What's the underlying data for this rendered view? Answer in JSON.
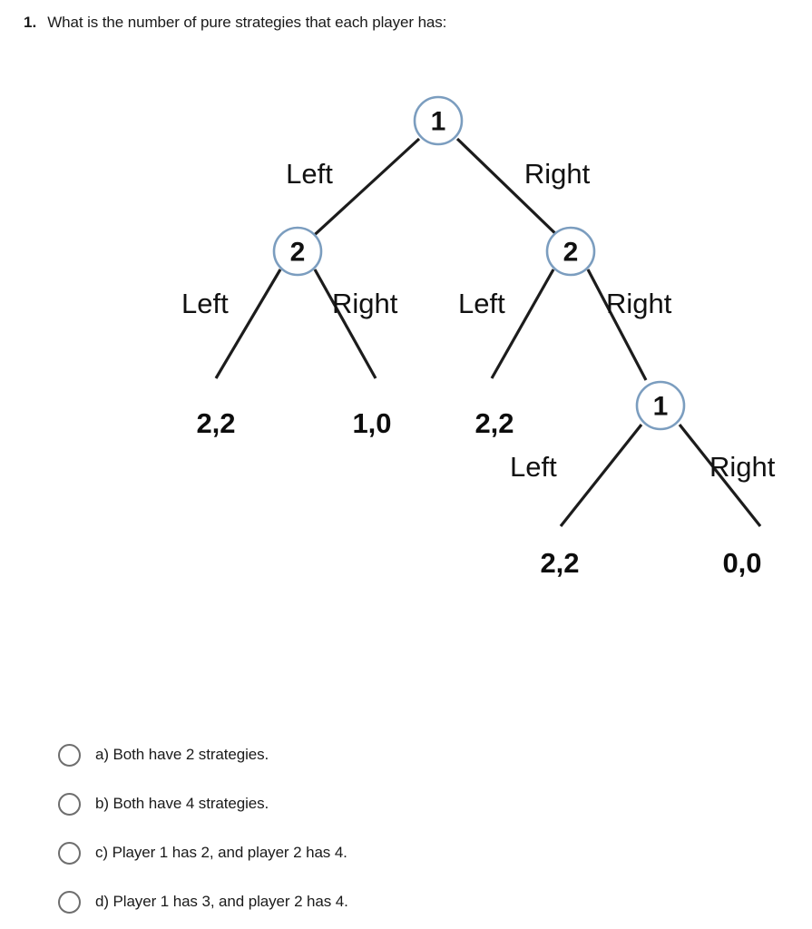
{
  "question": {
    "number": "1.",
    "text": "What is the number of pure strategies that each player has:"
  },
  "figure": {
    "colors": {
      "node_stroke": "#7b9dbf",
      "edge_stroke": "#1c1c1c",
      "text": "#111111"
    },
    "nodes": [
      {
        "id": "root",
        "player": "1"
      },
      {
        "id": "left2",
        "player": "2"
      },
      {
        "id": "right2",
        "player": "2"
      },
      {
        "id": "deep1",
        "player": "1"
      }
    ],
    "edge_labels": {
      "root_left": "Left",
      "root_right": "Right",
      "left2_left": "Left",
      "left2_right": "Right",
      "right2_left": "Left",
      "right2_right": "Right",
      "deep1_left": "Left",
      "deep1_right": "Right"
    },
    "payoffs": {
      "left2_left": "2,2",
      "left2_right": "1,0",
      "right2_left": "2,2",
      "deep1_left": "2,2",
      "deep1_right": "0,0"
    }
  },
  "options": [
    {
      "id": "a",
      "label": "a) Both have 2 strategies."
    },
    {
      "id": "b",
      "label": "b) Both have 4 strategies."
    },
    {
      "id": "c",
      "label": "c) Player 1 has 2, and player 2 has 4."
    },
    {
      "id": "d",
      "label": "d) Player 1 has 3, and player 2 has 4."
    }
  ]
}
